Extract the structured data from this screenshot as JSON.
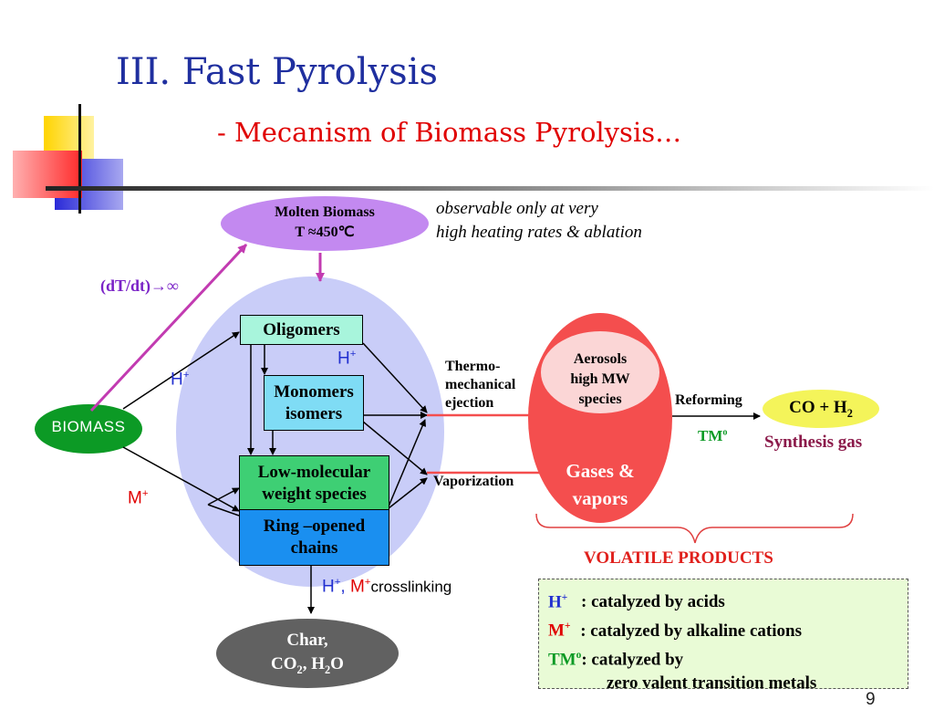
{
  "title": "III. Fast Pyrolysis",
  "subtitle": "- Mecanism of Biomass Pyrolysis…",
  "molten": {
    "line1": "Molten  Biomass",
    "line2": "T ≈450℃"
  },
  "observable_note": {
    "line1": "observable only at very",
    "line2": "high heating rates & ablation"
  },
  "rate_label": "(dT/dt)→∞",
  "biomass": "BIOMASS",
  "oligomers": "Oligomers",
  "monomers": {
    "line1": "Monomers",
    "line2": "isomers"
  },
  "low_mw": {
    "line1": "Low-molecular",
    "line2": "weight species"
  },
  "ring": {
    "line1": "Ring –opened",
    "line2": "chains"
  },
  "h_plus": "H",
  "m_plus": "M",
  "sup_plus": "+",
  "crosslinking": "crosslinking",
  "comma": ",",
  "thermo": {
    "line1": "Thermo-",
    "line2": "mechanical",
    "line3": "ejection"
  },
  "vaporization": "Vaporization",
  "aerosols": {
    "line1": "Aerosols",
    "line2": "high MW",
    "line3": "species"
  },
  "gases": {
    "line1": "Gases &",
    "line2": "vapors"
  },
  "reforming": "Reforming",
  "tm": "TM",
  "tm_sup": "o",
  "product": {
    "co": "CO + H",
    "sub": "2"
  },
  "synthesis": "Synthesis gas",
  "volatile": "VOLATILE PRODUCTS",
  "char": {
    "line1": "Char,",
    "co2": "CO",
    "two": "2",
    "sep": ", H",
    "h2o_end": "O"
  },
  "legend": {
    "h": "H",
    "h_text": ": catalyzed by acids",
    "m": "M",
    "m_text": ": catalyzed by alkaline cations",
    "tm": "TM",
    "tm_text": ": catalyzed by",
    "tm_text2": "zero valent transition metals"
  },
  "page_number": "9",
  "colors": {
    "title": "#1f2f9f",
    "subtitle": "#e00000",
    "molten": "#c389f0",
    "central": "#c9cdf8",
    "biomass": "#0c9a25",
    "oligomers": "#a8f5dc",
    "monomers": "#7fdcf5",
    "lowmw": "#3ecf74",
    "ring": "#1a8ff0",
    "gases": "#f44e4e",
    "aerosols": "#fbd6d6",
    "product": "#f4f45a",
    "char": "#616161",
    "legend_bg": "#e9fbd6",
    "rate": "#7a22c7",
    "magenta_arrow": "#c23bb1"
  }
}
